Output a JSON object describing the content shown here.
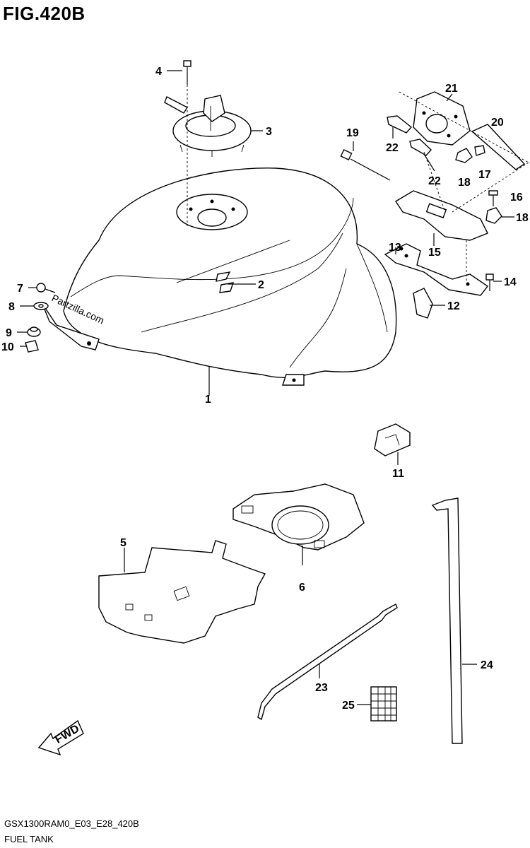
{
  "figure": {
    "title": "FIG.420B",
    "code": "GSX1300RAM0_E03_E28_420B",
    "name": "FUEL TANK",
    "watermark": "Partzilla.com",
    "fwd_label": "FWD"
  },
  "callouts": [
    "1",
    "2",
    "3",
    "4",
    "5",
    "6",
    "7",
    "8",
    "9",
    "10",
    "11",
    "12",
    "13",
    "14",
    "15",
    "16",
    "17",
    "18",
    "18",
    "19",
    "20",
    "21",
    "22",
    "22",
    "23",
    "24",
    "25"
  ]
}
